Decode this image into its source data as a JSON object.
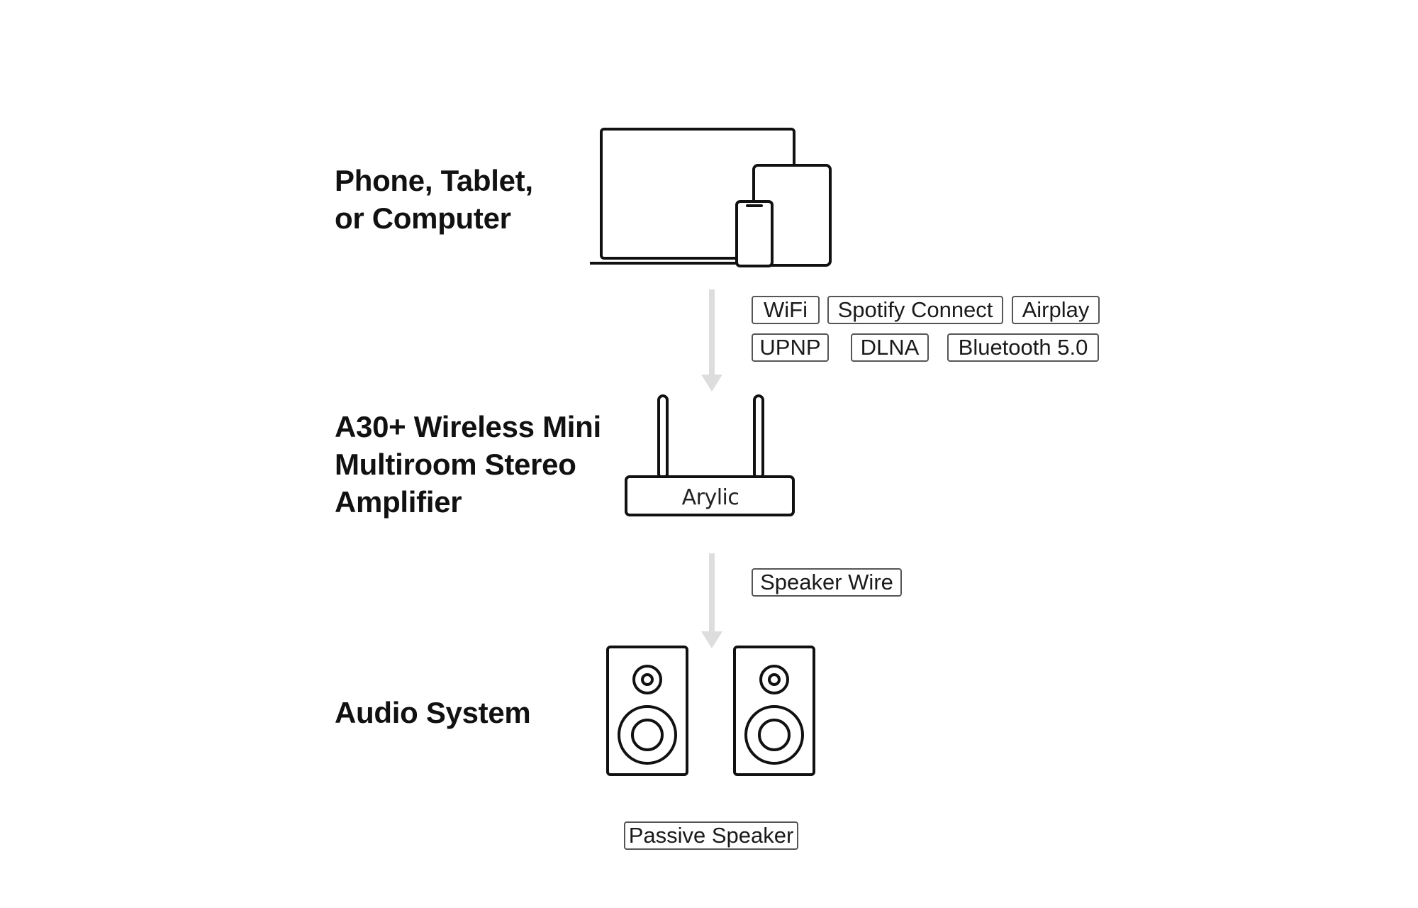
{
  "nodes": [
    {
      "id": "source",
      "label_lines": [
        "Phone, Tablet,",
        "or Computer"
      ]
    },
    {
      "id": "amplifier",
      "label_lines": [
        "A30+ Wireless Mini",
        "Multiroom Stereo",
        "Amplifier"
      ],
      "brand": "Arylic"
    },
    {
      "id": "audio",
      "label_lines": [
        "Audio System"
      ]
    }
  ],
  "connections": {
    "source_to_amp": [
      "WiFi",
      "Spotify Connect",
      "Airplay",
      "UPNP",
      "DLNA",
      "Bluetooth 5.0"
    ],
    "amp_to_speakers": [
      "Speaker Wire"
    ]
  },
  "speaker_label": "Passive Speaker",
  "colors": {
    "stroke": "#111111",
    "arrow": "#dddddd",
    "tag_border": "#555555"
  },
  "icons": [
    "laptop-icon",
    "tablet-icon",
    "phone-icon",
    "amplifier-icon",
    "speaker-icon"
  ]
}
